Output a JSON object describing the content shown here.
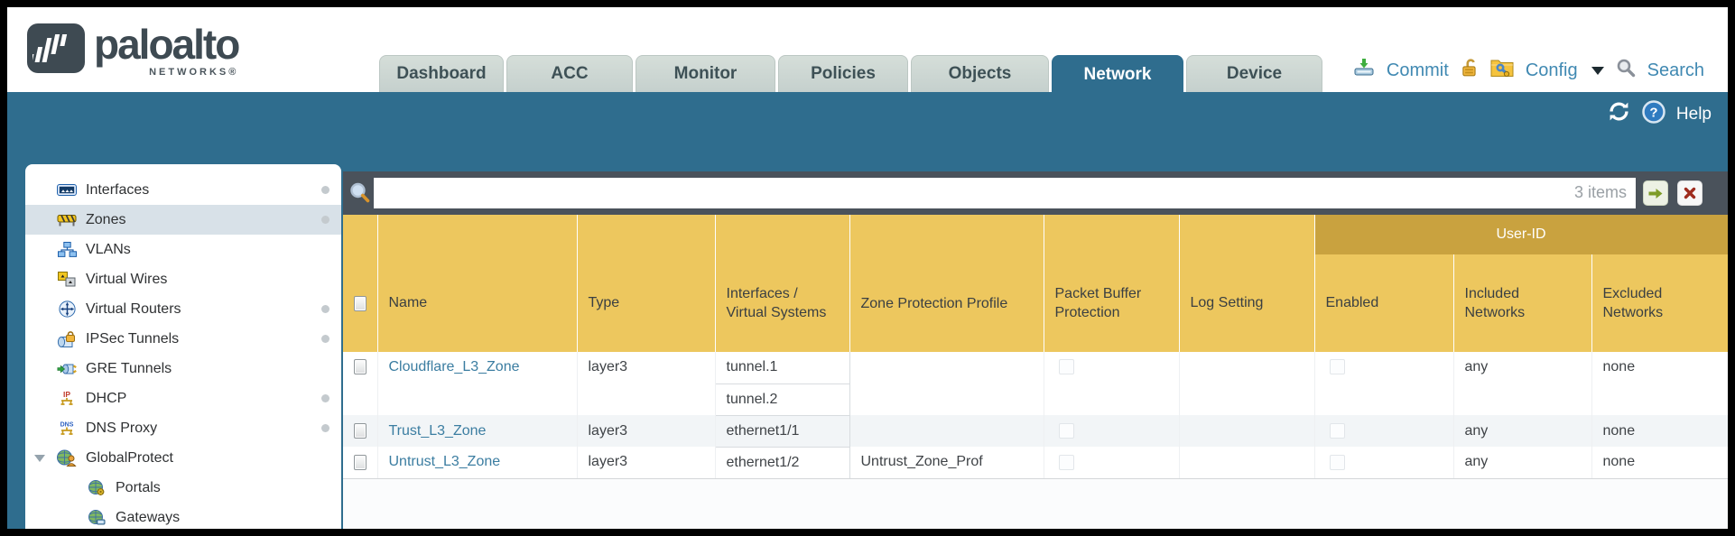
{
  "brand": {
    "wordmark": "paloalto",
    "networks": "NETWORKS®"
  },
  "nav": {
    "tabs": [
      {
        "label": "Dashboard",
        "active": false
      },
      {
        "label": "ACC",
        "active": false
      },
      {
        "label": "Monitor",
        "active": false
      },
      {
        "label": "Policies",
        "active": false
      },
      {
        "label": "Objects",
        "active": false
      },
      {
        "label": "Network",
        "active": true
      },
      {
        "label": "Device",
        "active": false
      }
    ],
    "commit_label": "Commit",
    "config_label": "Config",
    "search_label": "Search"
  },
  "banner": {
    "help_label": "Help"
  },
  "sidebar": {
    "items": [
      {
        "label": "Interfaces",
        "icon": "interfaces-icon",
        "dot": true
      },
      {
        "label": "Zones",
        "icon": "zones-icon",
        "dot": true,
        "selected": true
      },
      {
        "label": "VLANs",
        "icon": "vlans-icon",
        "dot": false
      },
      {
        "label": "Virtual Wires",
        "icon": "virtual-wires-icon",
        "dot": false
      },
      {
        "label": "Virtual Routers",
        "icon": "virtual-routers-icon",
        "dot": true
      },
      {
        "label": "IPSec Tunnels",
        "icon": "ipsec-tunnels-icon",
        "dot": true
      },
      {
        "label": "GRE Tunnels",
        "icon": "gre-tunnels-icon",
        "dot": false
      },
      {
        "label": "DHCP",
        "icon": "dhcp-icon",
        "dot": true
      },
      {
        "label": "DNS Proxy",
        "icon": "dns-proxy-icon",
        "dot": true
      },
      {
        "label": "GlobalProtect",
        "icon": "globalprotect-icon",
        "dot": false,
        "expanded": true
      },
      {
        "label": "Portals",
        "icon": "portals-icon",
        "dot": false,
        "child": true
      },
      {
        "label": "Gateways",
        "icon": "gateways-icon",
        "dot": false,
        "child": true
      }
    ]
  },
  "toolbar": {
    "filter_value": "",
    "items_count": "3 items"
  },
  "table": {
    "user_id_header": "User-ID",
    "columns": {
      "name": "Name",
      "type": "Type",
      "interfaces": "Interfaces / Virtual Systems",
      "zone_protection_profile": "Zone Protection Profile",
      "packet_buffer_protection": "Packet Buffer Protection",
      "log_setting": "Log Setting",
      "enabled": "Enabled",
      "included_networks": "Included Networks",
      "excluded_networks": "Excluded Networks"
    },
    "rows": [
      {
        "name": "Cloudflare_L3_Zone",
        "type": "layer3",
        "interfaces": [
          "tunnel.1",
          "tunnel.2"
        ],
        "zone_protection_profile": "",
        "packet_buffer_protection": false,
        "log_setting": "",
        "user_id_enabled": false,
        "included_networks": "any",
        "excluded_networks": "none"
      },
      {
        "name": "Trust_L3_Zone",
        "type": "layer3",
        "interfaces": [
          "ethernet1/1"
        ],
        "zone_protection_profile": "",
        "packet_buffer_protection": false,
        "log_setting": "",
        "user_id_enabled": false,
        "included_networks": "any",
        "excluded_networks": "none"
      },
      {
        "name": "Untrust_L3_Zone",
        "type": "layer3",
        "interfaces": [
          "ethernet1/2"
        ],
        "zone_protection_profile": "Untrust_Zone_Prof",
        "packet_buffer_protection": false,
        "log_setting": "",
        "user_id_enabled": false,
        "included_networks": "any",
        "excluded_networks": "none"
      }
    ]
  },
  "colors": {
    "banner_blue": "#2f6d8e",
    "toolbar_slate": "#4a525b",
    "header_gold": "#edc75e",
    "userid_band_gold": "#c9a23f",
    "zone_link": "#3b7da1",
    "nav_link": "#4089b2",
    "selected_sidebar": "#d8e1e8"
  }
}
